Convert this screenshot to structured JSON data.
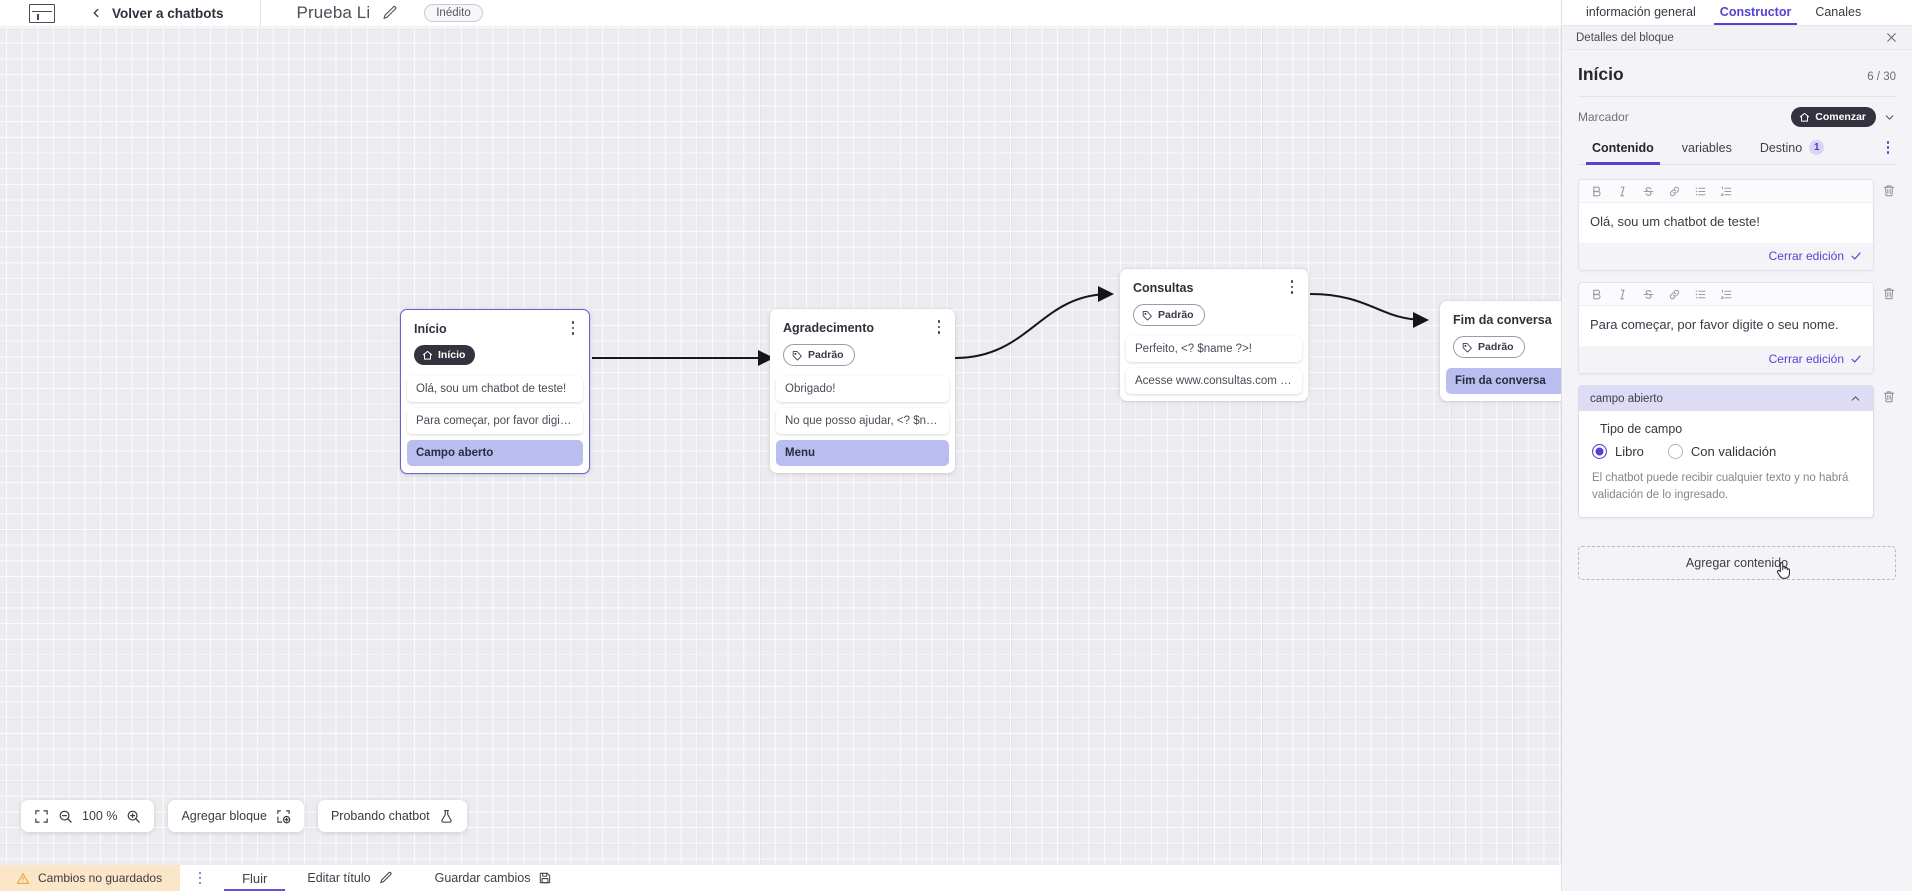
{
  "topbar": {
    "logo": "vtex-logo",
    "back_label": "Volver a chatbots",
    "bot_title": "Prueba Li",
    "status_pill": "Inédito"
  },
  "canvas": {
    "nodes": [
      {
        "title": "Início",
        "badge": "Início",
        "badge_icon": "home-icon",
        "badge_style": "dark",
        "selected": true,
        "messages": [
          "Olá, sou um chatbot de teste!",
          "Para começar, por favor digite o ..."
        ],
        "action": "Campo aberto"
      },
      {
        "title": "Agradecimento",
        "badge": "Padrão",
        "badge_icon": "tag-icon",
        "badge_style": "outline",
        "selected": false,
        "messages": [
          "Obrigado!",
          "No que posso ajudar, <? $name ..."
        ],
        "action": "Menu"
      },
      {
        "title": "Consultas",
        "badge": "Padrão",
        "badge_icon": "tag-icon",
        "badge_style": "outline",
        "selected": false,
        "messages": [
          "Perfeito, <? $name ?>!",
          "Acesse www.consultas.com par..."
        ],
        "action": ""
      },
      {
        "title": "Fim da conversa",
        "badge": "Padrão",
        "badge_icon": "tag-icon",
        "badge_style": "outline",
        "selected": false,
        "messages": [],
        "action": "Fim da conversa"
      }
    ]
  },
  "float_toolbar": {
    "zoom_level": "100 %",
    "fit_icon": "fit-screen-icon",
    "zoom_out_icon": "zoom-out-icon",
    "zoom_in_icon": "zoom-in-icon",
    "add_block_label": "Agregar bloque",
    "add_block_icon": "add-block-icon",
    "test_label": "Probando chatbot",
    "test_icon": "flask-icon"
  },
  "statusbar": {
    "unsaved_label": "Cambios no guardados",
    "warn_icon": "warning-icon",
    "kebab_icon": "kebab-icon",
    "flow_tab": "Fluir",
    "edit_title_label": "Editar título",
    "edit_title_icon": "pencil-icon",
    "save_label": "Guardar cambios",
    "save_icon": "save-disk-icon"
  },
  "panel": {
    "tabs": [
      {
        "label": "información general",
        "active": false
      },
      {
        "label": "Constructor",
        "active": true
      },
      {
        "label": "Canales",
        "active": false
      }
    ],
    "subbar_label": "Detalles del bloque",
    "close_icon": "close-icon",
    "block_title": "Início",
    "block_count": "6 / 30",
    "marker_label": "Marcador",
    "marker_badge": "Comenzar",
    "marker_badge_icon": "home-icon",
    "marker_chevron_icon": "chevron-down-icon",
    "content_tabs": [
      {
        "label": "Contenido",
        "active": true,
        "badge": ""
      },
      {
        "label": "variables",
        "active": false,
        "badge": ""
      },
      {
        "label": "Destino",
        "active": false,
        "badge": "1"
      }
    ],
    "kebab_icon": "kebab-icon",
    "editor_toolbar": [
      "bold-icon",
      "italic-icon",
      "strikethrough-icon",
      "link-icon",
      "bullet-list-icon",
      "numbered-list-icon"
    ],
    "close_edit_label": "Cerrar edición",
    "close_edit_icon": "check-icon",
    "delete_icon": "trash-icon",
    "blocks": [
      {
        "text": "Olá, sou um chatbot de teste!"
      },
      {
        "text": "Para começar, por favor digite o seu nome."
      }
    ],
    "field_card": {
      "header": "campo abierto",
      "collapse_icon": "chevron-up-icon",
      "type_label": "Tipo de campo",
      "options": [
        {
          "label": "Libro",
          "selected": true
        },
        {
          "label": "Con validación",
          "selected": false
        }
      ],
      "hint": "El chatbot puede recibir cualquier texto y no habrá validación de lo ingresado."
    },
    "add_content_label": "Agregar contenido",
    "cursor_icon": "pointer-hand-icon"
  },
  "colors": {
    "accent": "#5244d0",
    "action_chip": "#b9bdf0",
    "warn_bg": "#fbe6c8",
    "canvas_bg": "#ececf0",
    "panel_bg": "#f4f4f8"
  }
}
